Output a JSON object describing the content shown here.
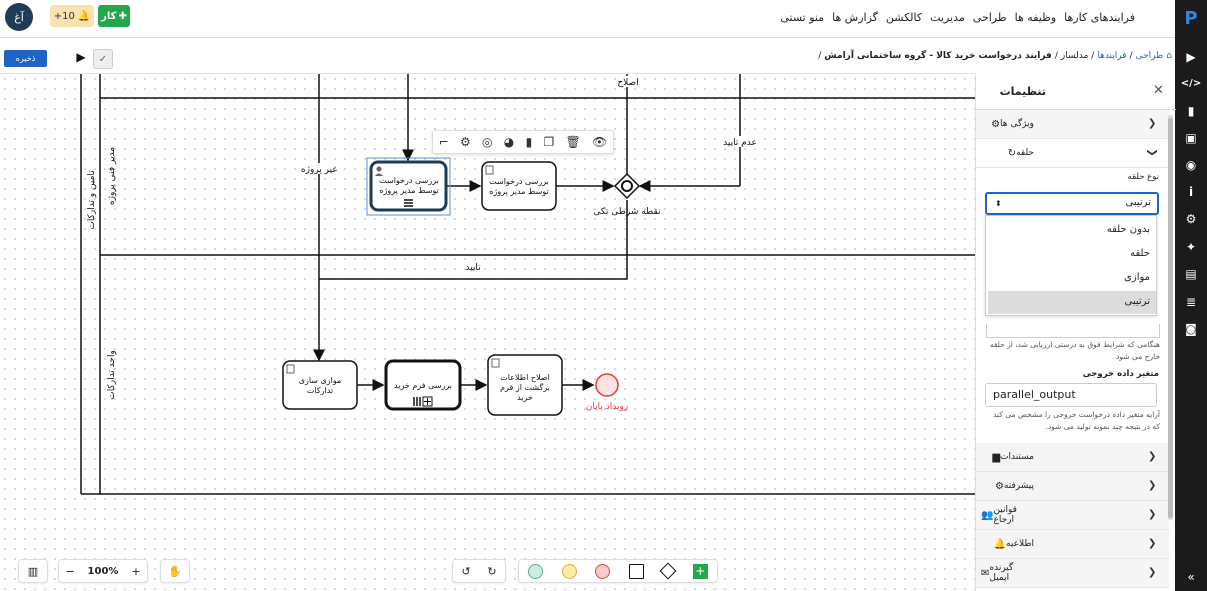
{
  "header": {
    "avatar": "آغ",
    "notification_count": "+10",
    "task_button": "کار",
    "menu": [
      "فرایندهای کارها",
      "وظیفه ها",
      "طراحی",
      "مدیریت",
      "کالکشن",
      "گزارش ها",
      "منو تستی"
    ]
  },
  "toolbar": {
    "save_label": "ذخیره"
  },
  "breadcrumb": {
    "items": [
      "طراحی",
      "فرایندها",
      "مدلساز",
      "فرایند درخواست خرید کالا - گروه ساختمانی آرامش"
    ],
    "separator": "/"
  },
  "diagram": {
    "pool_label": "تامین و تدارکات",
    "lanes": [
      "مدیر فنی پروژه",
      "واحد تدارکات"
    ],
    "tasks": {
      "t1": "بررسی درخواست توسط مدیر پروژه",
      "t2": "بررسی درخواست توسط مدیر پروژه",
      "t3": "موازی سازی تدارکات",
      "t4": "بررسی فرم خرید",
      "t5": "اصلاح اطلاعات برگشت از فرم خرید"
    },
    "gateway": "نقطه شرطی تکی",
    "end_event": "رویداد پایان",
    "flow_labels": {
      "fix": "اصلاح",
      "not_approve": "عدم تایید",
      "non_project": "غیر پروژه",
      "approve": "تایید"
    },
    "colors": {
      "primary": "#1e64c8",
      "end_event": "#e53935"
    }
  },
  "bottom": {
    "zoom": "100%",
    "zoom_out": "−",
    "zoom_in": "+"
  },
  "panel": {
    "title": "تنظیمات",
    "sections_top": [
      "ویژگی ها",
      "حلقه"
    ],
    "loop_type_label": "نوع حلقه",
    "loop_type_value": "ترتیبی",
    "loop_options": [
      "بدون حلقه",
      "حلقه",
      "موازی",
      "ترتیبی"
    ],
    "condition_help": "هنگامی که شرایط فوق به درستی ارزیابی شد، از حلقه خارج می شود",
    "output_var_label": "متغیر داده خروجی",
    "output_var_value": "parallel_output",
    "output_help": "آرایه متغیر داده درخواست خروجی را مشخص می کند که در نتیجه چند نمونه تولید می شود.",
    "sections_bottom": [
      "مستندات",
      "پیشرفته",
      "قوانین ارجاع",
      "اطلاعیه",
      "گیرنده ایمیل"
    ]
  }
}
